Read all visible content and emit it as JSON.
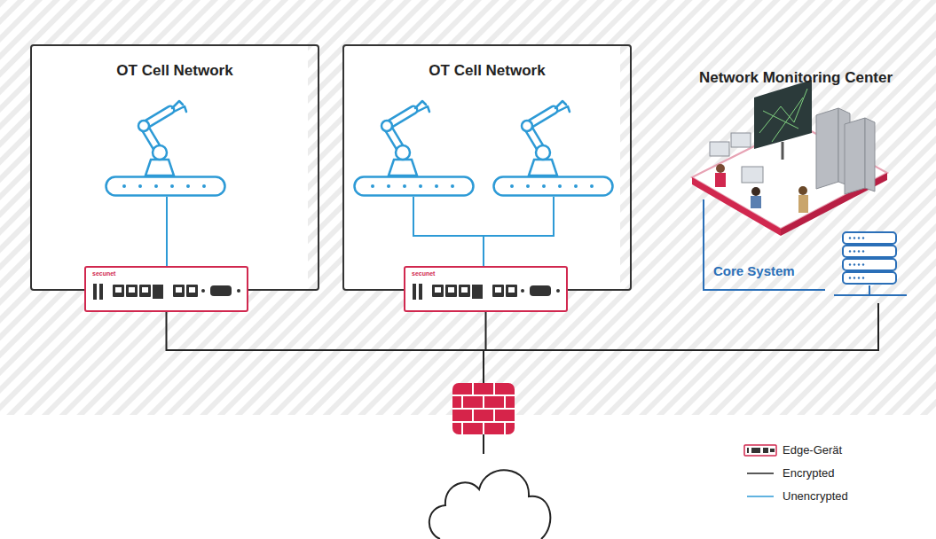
{
  "diagram": {
    "nodes": [
      {
        "text": [
          "OT Cell Network"
        ]
      },
      {
        "text": [
          "secunet"
        ],
        "in": 0
      },
      {
        "text": [
          "OT Cell Network"
        ]
      },
      {
        "text": [
          "secunet"
        ],
        "in": 2
      },
      {
        "text": [
          "Network Monitoring Center"
        ]
      },
      {
        "text": [
          "Core System"
        ],
        "in": 4
      }
    ],
    "edges": [
      {
        "from": 1,
        "to": 5,
        "arrow": "none"
      },
      {
        "from": 3,
        "to": 5,
        "arrow": "none"
      }
    ],
    "legend": [
      {
        "text": "Edge-Gerät"
      },
      {
        "text": "Encrypted"
      },
      {
        "text": "Unencrypted"
      }
    ]
  }
}
